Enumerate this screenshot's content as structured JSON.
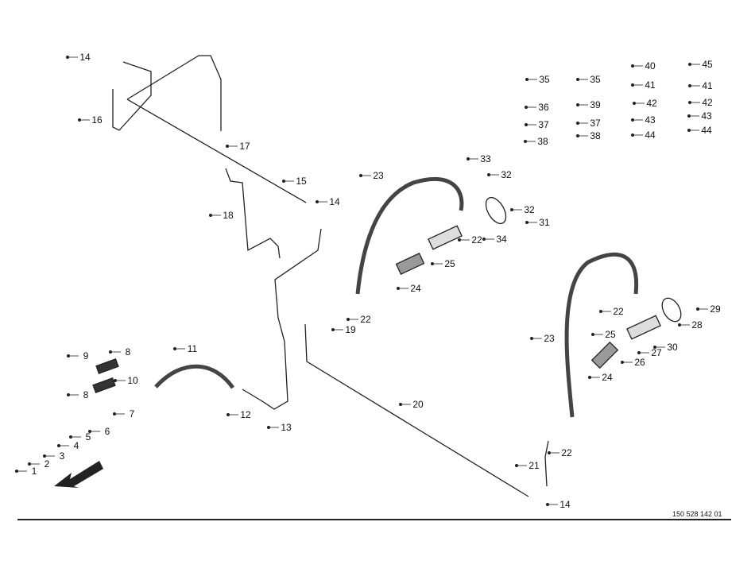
{
  "drawing_number": "150 528 142 01",
  "callouts": [
    "14",
    "16",
    "17",
    "15",
    "14",
    "18",
    "23",
    "33",
    "32",
    "32",
    "31",
    "34",
    "22",
    "25",
    "24",
    "22",
    "19",
    "9",
    "8",
    "10",
    "8",
    "11",
    "7",
    "6",
    "5",
    "4",
    "3",
    "2",
    "1",
    "12",
    "13",
    "20",
    "21",
    "22",
    "14",
    "23",
    "22",
    "25",
    "24",
    "26",
    "27",
    "30",
    "28",
    "29",
    "35",
    "35",
    "40",
    "45",
    "41",
    "41",
    "36",
    "39",
    "42",
    "42",
    "37",
    "37",
    "43",
    "43",
    "38",
    "38",
    "44",
    "44"
  ]
}
